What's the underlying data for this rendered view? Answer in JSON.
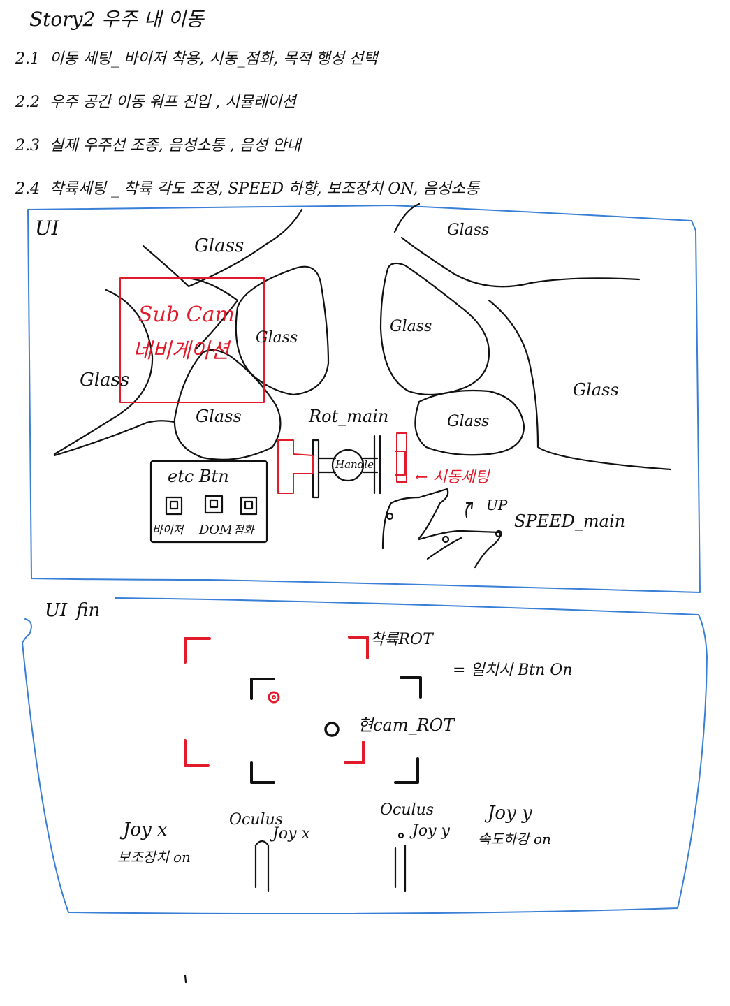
{
  "header": {
    "title": "Story2 우주 내 이동"
  },
  "story_items": [
    {
      "num": "2.1",
      "text": "이동 세팅_ 바이저 착용, 시동_점화, 목적 행성 선택"
    },
    {
      "num": "2.2",
      "text": "우주 공간 이동 워프 진입 , 시뮬레이션"
    },
    {
      "num": "2.3",
      "text": "실제 우주선 조종, 음성소통 , 음성 안내"
    },
    {
      "num": "2.4",
      "text": "착륙세팅 _ 착륙 각도 조정, SPEED 하향, 보조장치 ON, 음성소통"
    }
  ],
  "ui_panel": {
    "title": "UI",
    "glass_label": "Glass",
    "subcam": {
      "line1": "Sub Cam",
      "line2": "네비게이션"
    },
    "etc_btn": {
      "title": "etc Btn",
      "buttons": [
        "바이저",
        "DOM",
        "점화"
      ]
    },
    "rot_main": "Rot_main",
    "handle": "Handle",
    "start_setting": "← 시동세팅",
    "up": "UP",
    "speed_main": "SPEED_main"
  },
  "ui_fin_panel": {
    "title": "UI_fin",
    "landing_rot": "착륙ROT",
    "match_btn": "= 일치시 Btn On",
    "cam_rot": "현cam_ROT",
    "joy_x_left": {
      "line1": "Joy x",
      "line2": "보조장치 on"
    },
    "oculus_joy_x": {
      "line1": "Oculus",
      "line2": "Joy x"
    },
    "oculus_joy_y": {
      "line1": "Oculus",
      "line2": "Joy y"
    },
    "joy_y_right": {
      "line1": "Joy y",
      "line2": "속도하강 on"
    }
  },
  "colors": {
    "ink": "#111111",
    "red": "#e11b2b",
    "blue": "#3a7fd6"
  }
}
